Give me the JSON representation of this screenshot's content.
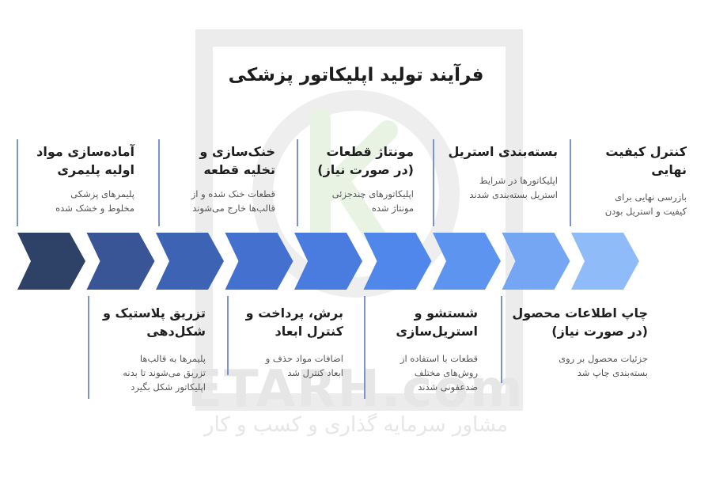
{
  "title": "فرآیند تولید اپلیکاتور پزشکی",
  "watermark": {
    "brand": "ETARH.com",
    "tagline": "مشاور سرمایه گذاری و کسب و کار"
  },
  "steps": [
    {
      "title_1": "آماده‌سازی مواد",
      "title_2": "اولیه پلیمری",
      "desc_1": "پلیمرهای پزشکی",
      "desc_2": "مخلوط و خشک شده",
      "color": "#2d4266"
    },
    {
      "title_1": "تزریق پلاستیک و",
      "title_2": "شکل‌دهی",
      "desc_1": "پلیمرها به قالب‌ها",
      "desc_2": "تزریق می‌شوند تا بدنه",
      "desc_3": "اپلیکاتور شکل بگیرد",
      "color": "#3a5596"
    },
    {
      "title_1": "خنک‌سازی و",
      "title_2": "تخلیه قطعه",
      "desc_1": "قطعات خنک شده و از",
      "desc_2": "قالب‌ها خارج می‌شوند",
      "color": "#3d63b4"
    },
    {
      "title_1": "برش، پرداخت و",
      "title_2": "کنترل ابعاد",
      "desc_1": "اضافات مواد حذف و",
      "desc_2": "ابعاد کنترل شد",
      "color": "#4470d0"
    },
    {
      "title_1": "مونتاژ قطعات",
      "title_2": "(در صورت نیاز)",
      "desc_1": "اپلیکاتورهای چندجزئی",
      "desc_2": "مونتاژ شده",
      "color": "#4a7ce0"
    },
    {
      "title_1": "شستشو و",
      "title_2": "استریل‌سازی",
      "desc_1": "قطعات با استفاده از",
      "desc_2": "روش‌های مختلف",
      "desc_3": "ضدعفونی شدند",
      "color": "#4f87ea"
    },
    {
      "title_1": "بسته‌بندی استریل",
      "title_2": "",
      "desc_1": "اپلیکاتورها در شرایط",
      "desc_2": "استریل بسته‌بندی شدند",
      "color": "#5d94f0"
    },
    {
      "title_1": "چاپ اطلاعات محصول",
      "title_2": "(در صورت نیاز)",
      "desc_1": "جزئیات محصول بر روی",
      "desc_2": "بسته‌بندی چاپ شد",
      "color": "#74a6f4"
    },
    {
      "title_1": "کنترل کیفیت",
      "title_2": "نهایی",
      "desc_1": "بازرسی نهایی برای",
      "desc_2": "کیفیت و استریل بودن",
      "color": "#8fbcf8"
    }
  ]
}
